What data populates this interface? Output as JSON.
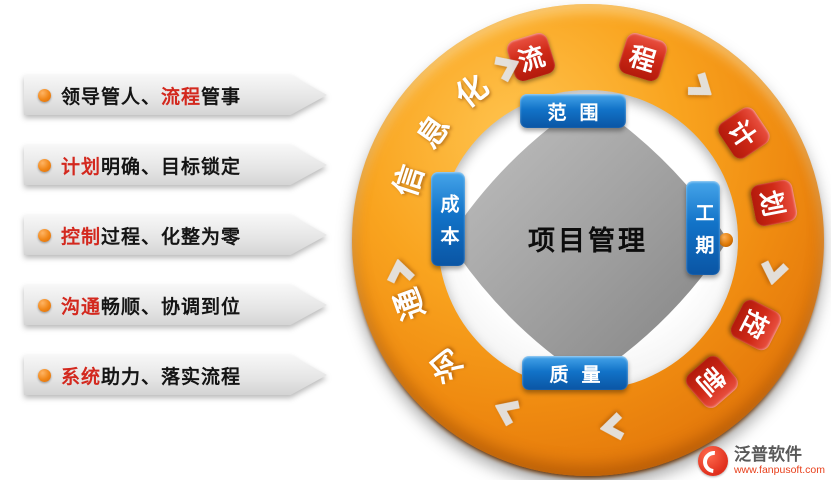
{
  "left_panel": {
    "items": [
      {
        "pre": "领导管人、",
        "red": "流程",
        "post": "管事"
      },
      {
        "pre": "",
        "red": "计划",
        "post": "明确、目标锁定"
      },
      {
        "pre": "",
        "red": "控制",
        "post": "过程、化整为零"
      },
      {
        "pre": "",
        "red": "沟通",
        "post": "畅顺、协调到位"
      },
      {
        "pre": "",
        "red": "系统",
        "post": "助力、落实流程"
      }
    ]
  },
  "diagram": {
    "center": "项目管理",
    "nodes": {
      "top": "范围",
      "left": "成本",
      "right": "工期",
      "bottom": "质量"
    },
    "ring": {
      "top": [
        "流",
        "程"
      ],
      "right": [
        "计",
        "划"
      ],
      "bottom_right": [
        "控",
        "制"
      ],
      "bottom_left": [
        "沟",
        "通"
      ],
      "top_left": [
        "信",
        "息",
        "化"
      ]
    }
  },
  "brand": {
    "name": "泛普软件",
    "url": "www.fanpusoft.com"
  },
  "colors": {
    "ring_orange": "#ef8a10",
    "tile_red": "#c81e12",
    "node_blue": "#1273c8",
    "highlight_red": "#d3281e",
    "bullet_orange": "#e87010",
    "quad_gray": "#9a9a9a"
  }
}
